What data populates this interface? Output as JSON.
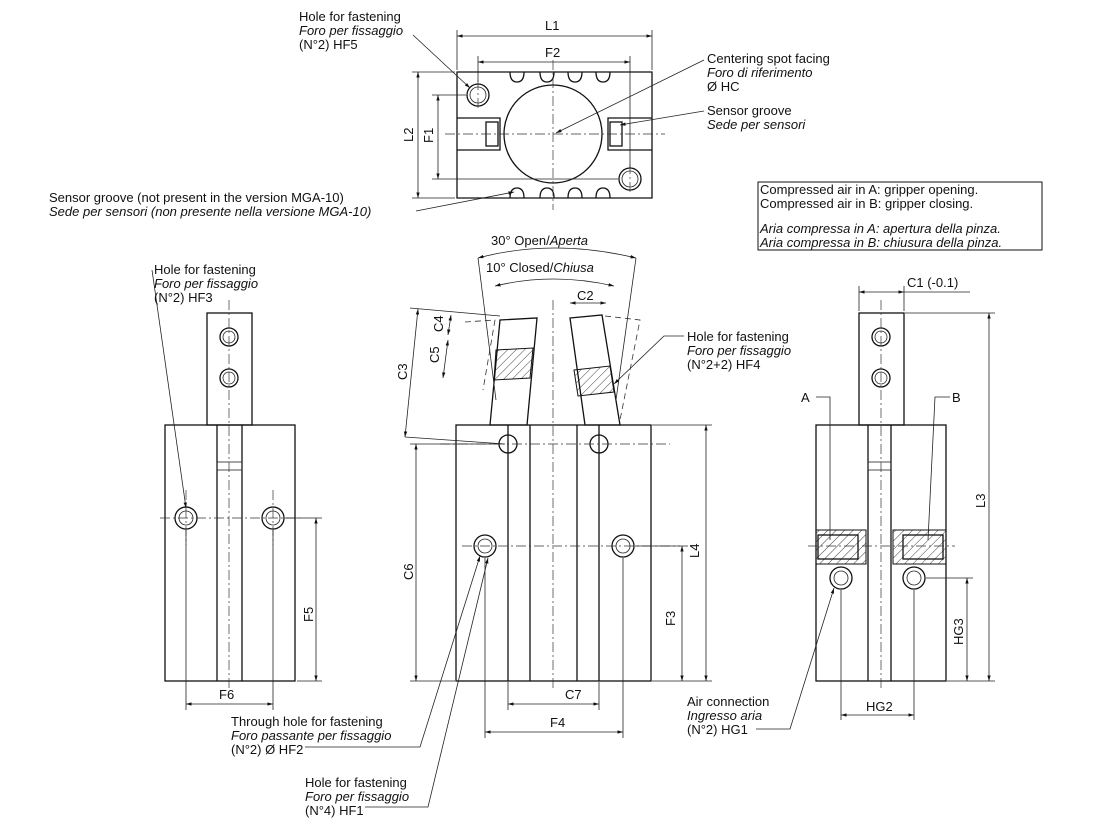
{
  "top_view": {
    "callout_hf5": {
      "l1": "Hole for fastening",
      "l2": "Foro per fissaggio",
      "l3": "(N°2) HF5"
    },
    "callout_hc": {
      "l1": "Centering spot facing",
      "l2": "Foro di riferimento",
      "l3": "Ø  HC"
    },
    "callout_sensor_right": {
      "l1": "Sensor groove",
      "l2": "Sede per sensori"
    },
    "callout_sensor_left": {
      "l1": "Sensor groove (not present in the version MGA-10)",
      "l2": "Sede per sensori (non presente nella versione MGA-10)"
    },
    "dims": {
      "L1": "L1",
      "F2": "F2",
      "L2": "L2",
      "F1": "F1"
    }
  },
  "note_box": {
    "l1": "Compressed air in A: gripper opening.",
    "l2": "Compressed air in B: gripper closing.",
    "l3": "Aria compressa in A: apertura della pinza.",
    "l4": "Aria compressa in B: chiusura della pinza."
  },
  "left_view": {
    "callout_hf3": {
      "l1": "Hole for fastening",
      "l2": "Foro per fissaggio",
      "l3": "(N°2) HF3"
    },
    "dims": {
      "F5": "F5",
      "F6": "F6"
    }
  },
  "center_view": {
    "angle_open": {
      "a": "30° Open/",
      "b": "Aperta"
    },
    "angle_closed": {
      "a": "10° Closed/",
      "b": "Chiusa"
    },
    "callout_hf4": {
      "l1": "Hole for fastening",
      "l2": "Foro per fissaggio",
      "l3": "(N°2+2) HF4"
    },
    "callout_hf2": {
      "l1": "Through hole for fastening",
      "l2": "Foro passante per fissaggio",
      "l3": "(N°2) Ø HF2"
    },
    "callout_hf1": {
      "l1": "Hole for fastening",
      "l2": "Foro per fissaggio",
      "l3": "(N°4) HF1"
    },
    "dims": {
      "C2": "C2",
      "C3": "C3",
      "C4": "C4",
      "C5": "C5",
      "C6": "C6",
      "L4": "L4",
      "F3": "F3",
      "C7": "C7",
      "F4": "F4"
    }
  },
  "right_view": {
    "port_a": "A",
    "port_b": "B",
    "callout_hg1": {
      "l1": "Air connection",
      "l2": "Ingresso aria",
      "l3": "(N°2) HG1"
    },
    "dims": {
      "C1": "C1 (-0.1)",
      "L3": "L3",
      "HG3": "HG3",
      "HG2": "HG2"
    }
  }
}
